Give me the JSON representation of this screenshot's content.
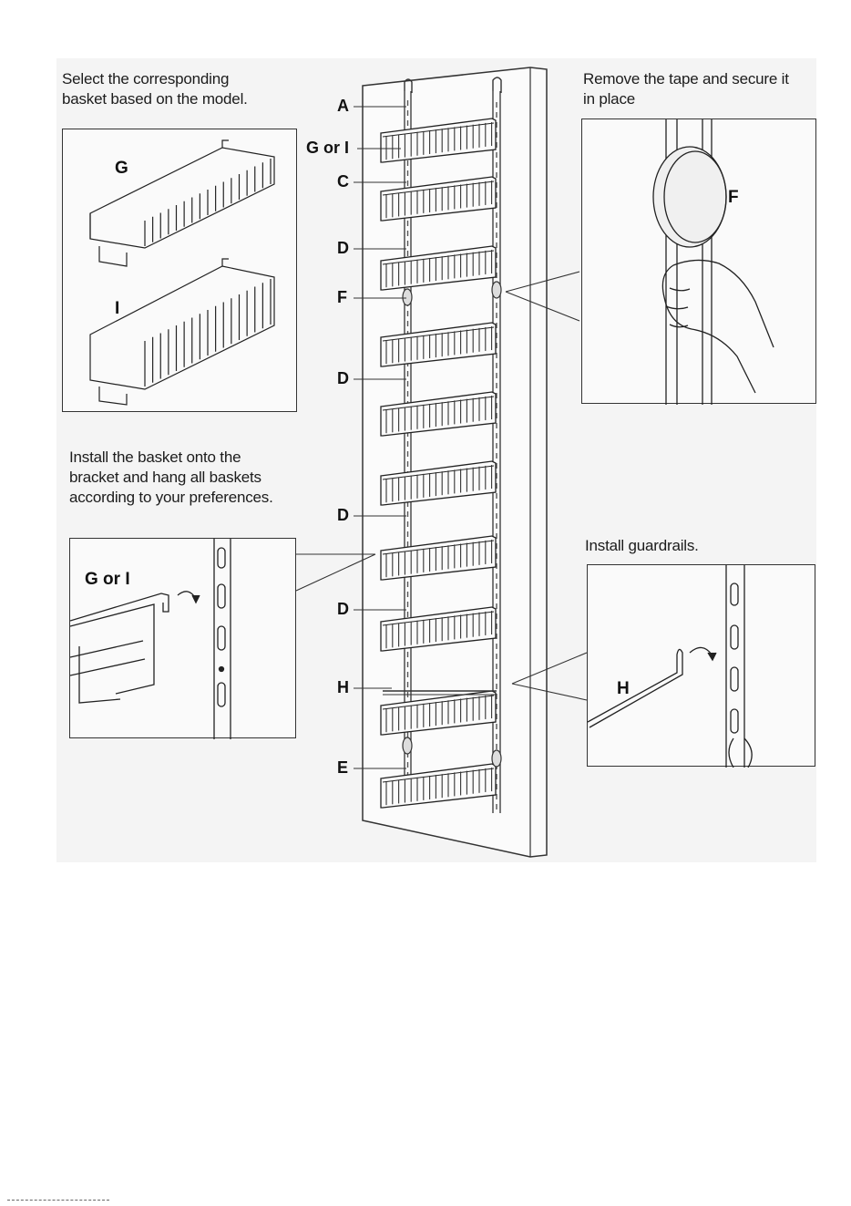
{
  "captions": {
    "select_basket": [
      "Select the corresponding",
      "basket based on the model."
    ],
    "remove_tape": [
      "Remove the tape and secure it",
      "in place"
    ],
    "install_basket": [
      "Install the basket onto the",
      "bracket and hang all baskets",
      "according to your preferences."
    ],
    "install_guardrails": [
      "Install guardrails."
    ]
  },
  "panel_labels": {
    "basket_g": "G",
    "basket_i": "I",
    "hook_f": "F",
    "bracket_g_or_i": "G or I",
    "guardrail_h": "H"
  },
  "callouts": [
    "A",
    "G or I",
    "C",
    "D",
    "F",
    "D",
    "D",
    "D",
    "H",
    "E"
  ]
}
